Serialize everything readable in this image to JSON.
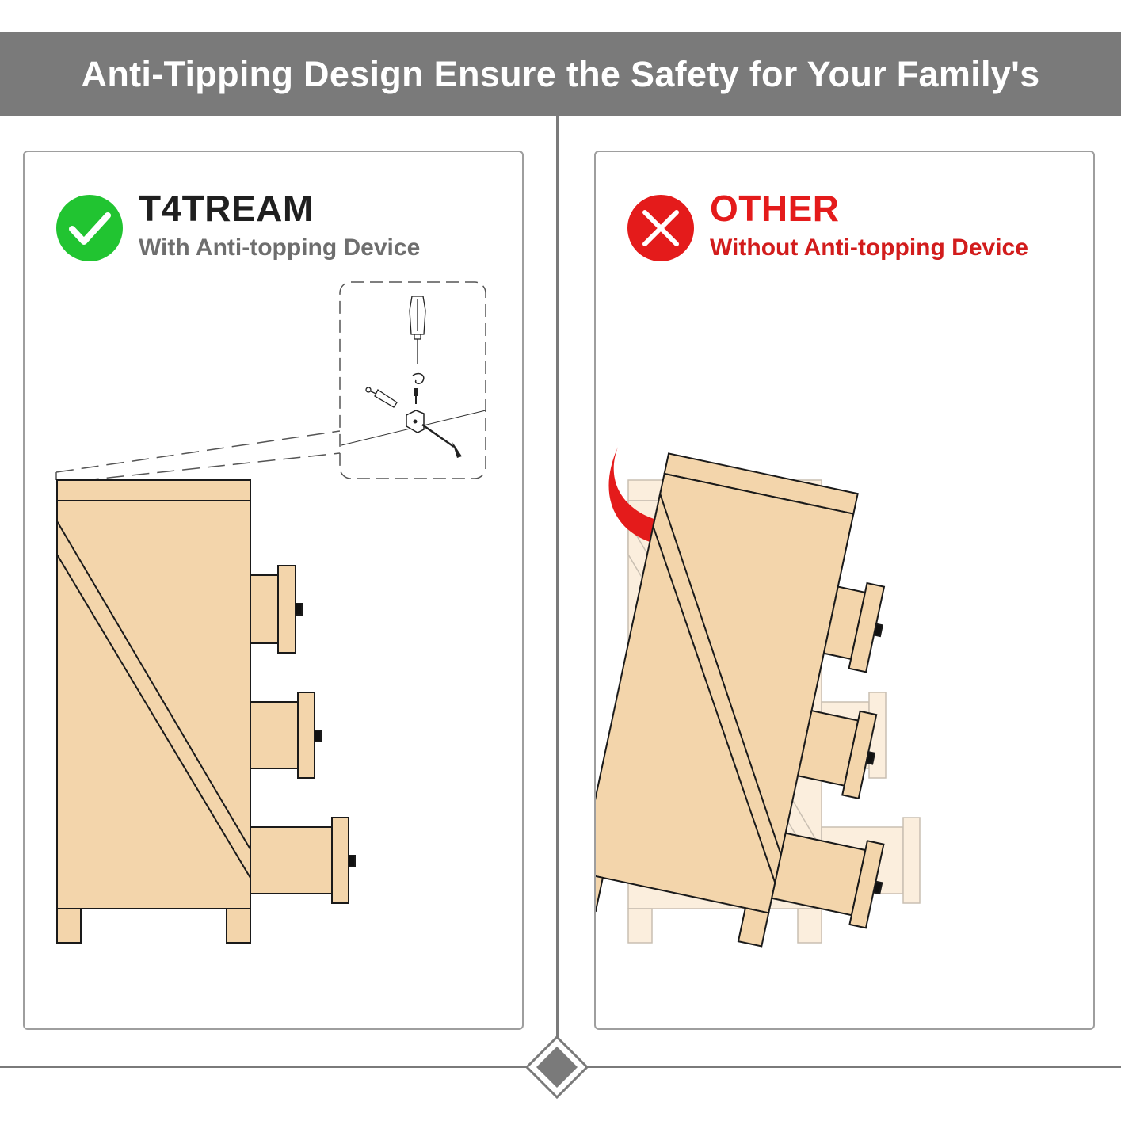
{
  "banner": {
    "title": "Anti-Tipping Design Ensure the Safety for Your Family's"
  },
  "left_panel": {
    "brand": "T4TREAM",
    "subtitle": "With Anti-topping Device",
    "badge_icon": "check-circle-icon",
    "badge_color": "#21c431"
  },
  "right_panel": {
    "brand": "OTHER",
    "subtitle": "Without Anti-topping Device",
    "badge_icon": "x-circle-icon",
    "badge_color": "#e41b1b"
  },
  "colors": {
    "banner": "#7a7a7a",
    "wood": "#f3d5ab",
    "wood_ghost": "#fbeedd",
    "outline": "#1a1a1a",
    "arrow": "#e41b1b"
  }
}
